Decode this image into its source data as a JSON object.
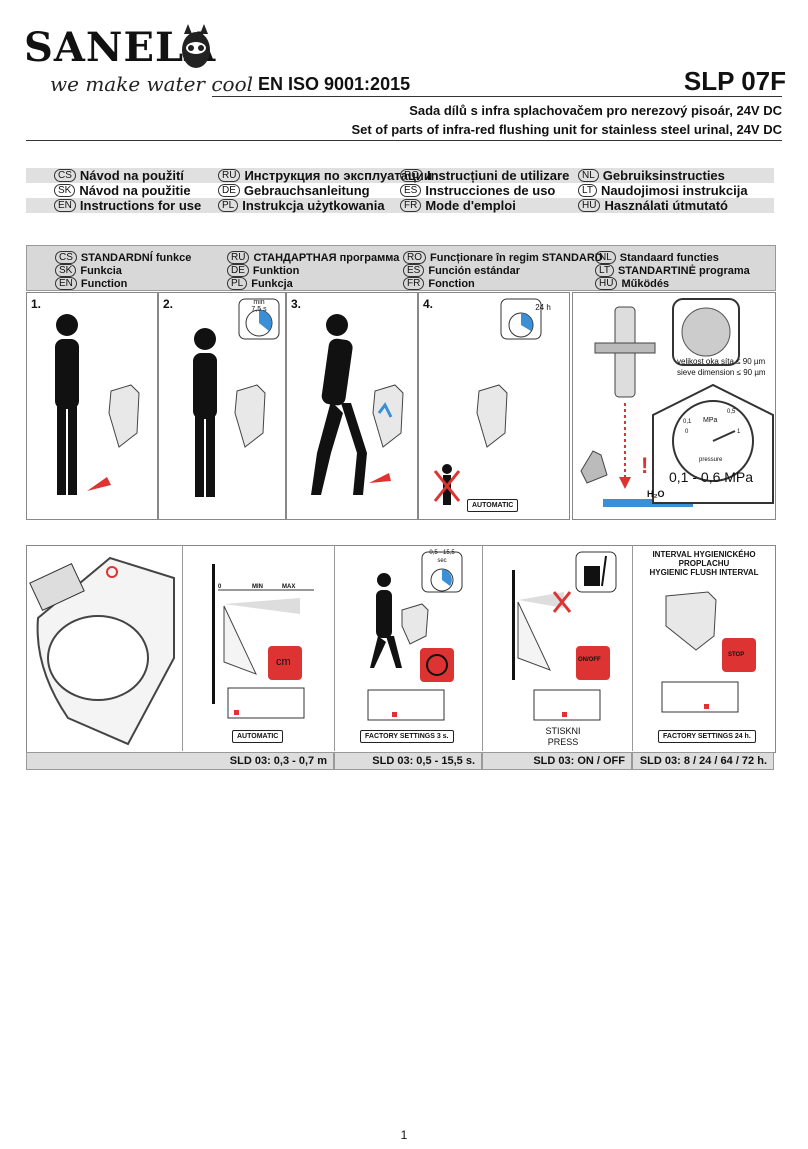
{
  "header": {
    "brand": "SANELA",
    "slogan": "we make water cool",
    "standard": "EN ISO 9001:2015",
    "model": "SLP 07F",
    "subtitle_cs": "Sada dílů s infra splachovačem pro nerezový pisoár, 24V DC",
    "subtitle_en": "Set of parts of infra-red flushing unit for stainless steel urinal, 24V DC"
  },
  "languages": [
    [
      {
        "code": "CS",
        "label": "Návod na použití"
      },
      {
        "code": "RU",
        "label": "Инструкция по эксплуатации"
      },
      {
        "code": "RO",
        "label": "Instrucțiuni de utilizare"
      },
      {
        "code": "NL",
        "label": "Gebruiksinstructies"
      }
    ],
    [
      {
        "code": "SK",
        "label": "Návod na použitie"
      },
      {
        "code": "DE",
        "label": "Gebrauchsanleitung"
      },
      {
        "code": "ES",
        "label": "Instrucciones de uso"
      },
      {
        "code": "LT",
        "label": "Naudojimosi instrukcija"
      }
    ],
    [
      {
        "code": "EN",
        "label": "Instructions for use"
      },
      {
        "code": "PL",
        "label": "Instrukcja użytkowania"
      },
      {
        "code": "FR",
        "label": "Mode d'emploi"
      },
      {
        "code": "HU",
        "label": "Használati útmutató"
      }
    ]
  ],
  "function_header": [
    [
      {
        "code": "CS",
        "label": "STANDARDNÍ funkce"
      },
      {
        "code": "RU",
        "label": "СТАНДАРТНАЯ программа"
      },
      {
        "code": "RO",
        "label": "Funcționare în regim STANDARD"
      },
      {
        "code": "NL",
        "label": "Standaard functies"
      }
    ],
    [
      {
        "code": "SK",
        "label": "Funkcia"
      },
      {
        "code": "DE",
        "label": "Funktion"
      },
      {
        "code": "ES",
        "label": "Función estándar"
      },
      {
        "code": "LT",
        "label": "STANDARTINĖ programa"
      }
    ],
    [
      {
        "code": "EN",
        "label": "Function"
      },
      {
        "code": "PL",
        "label": "Funkcja"
      },
      {
        "code": "FR",
        "label": "Fonction"
      },
      {
        "code": "HU",
        "label": "Működés"
      }
    ]
  ],
  "steps": [
    {
      "num": "1."
    },
    {
      "num": "2.",
      "timer": "min",
      "timer_value": "7,5 s"
    },
    {
      "num": "3."
    },
    {
      "num": "4.",
      "timer": "24 h",
      "badge": "AUTOMATIC"
    }
  ],
  "filter": {
    "mesh_cs": "velikost oka síta ≤ 90 µm",
    "mesh_en": "sieve dimension ≤ 90 µm",
    "pressure": "0,1 - 0,6 MPa",
    "gauge_unit": "MPa",
    "gauge_label": "pressure",
    "gauge_ticks": [
      "0",
      "0,1",
      "0,5",
      "1"
    ],
    "water": "H₂O",
    "warning": "!"
  },
  "bottom": {
    "range_labels": [
      "0",
      "MIN",
      "MAX"
    ],
    "cm": "cm",
    "automatic": "AUTOMATIC",
    "timer_range": "0,5 - 15,5",
    "timer_unit": "sec",
    "factory_3s": "FACTORY SETTINGS 3 s.",
    "onoff": "ON/OFF",
    "press_cs": "STISKNI",
    "press_en": "PRESS",
    "hyg_title_1": "INTERVAL HYGIENICKÉHO",
    "hyg_title_2": "PROPLACHU",
    "hyg_title_3": "HYGIENIC FLUSH INTERVAL",
    "stop": "STOP",
    "factory_24h": "FACTORY SETTINGS 24 h."
  },
  "footer": {
    "sld1": "SLD 03: 0,3 - 0,7 m",
    "sld2": "SLD 03: 0,5 - 15,5 s.",
    "sld3": "SLD 03: ON / OFF",
    "sld4": "SLD 03: 8 / 24 / 64 / 72 h."
  },
  "page_number": "1"
}
